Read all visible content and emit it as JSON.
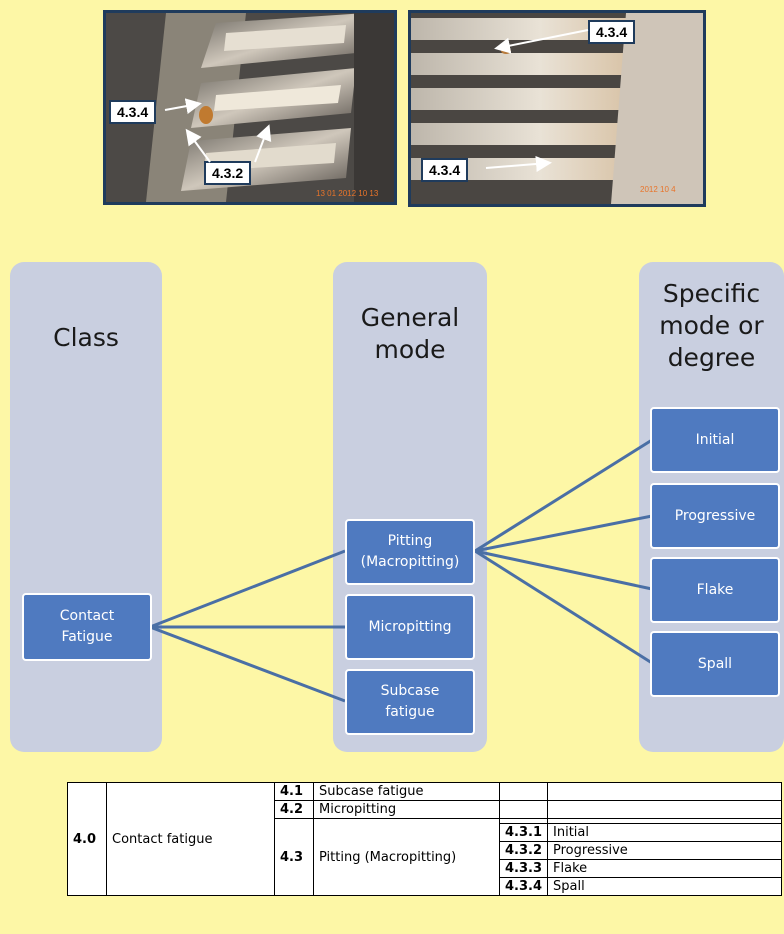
{
  "photos": [
    {
      "callouts": [
        {
          "id": "left-434",
          "label": "4.3.4"
        },
        {
          "id": "left-432",
          "label": "4.3.2"
        }
      ],
      "date_stamp": "13 01 2012 10 13"
    },
    {
      "callouts": [
        {
          "id": "right-434-top",
          "label": "4.3.4"
        },
        {
          "id": "right-434-bottom",
          "label": "4.3.4"
        }
      ],
      "date_stamp": "2012 10 4"
    }
  ],
  "diagram": {
    "columns": {
      "class": "Class",
      "general": "General\nmode",
      "specific": "Specific\nmode or\ndegree"
    },
    "class_box": "Contact\nFatigue",
    "general_boxes": [
      "Pitting\n(Macropitting)",
      "Micropitting",
      "Subcase\nfatigue"
    ],
    "specific_boxes": [
      "Initial",
      "Progressive",
      "Flake",
      "Spall"
    ],
    "colors": {
      "box": "#4f7ac0",
      "column": "#c9cfe0",
      "line": "#4a6fa5",
      "background": "#fdf7a6"
    }
  },
  "table": {
    "class_code": "4.0",
    "class_name": "Contact fatigue",
    "modes": [
      {
        "code": "4.1",
        "name": "Subcase fatigue"
      },
      {
        "code": "4.2",
        "name": "Micropitting"
      },
      {
        "code": "4.3",
        "name": "Pitting (Macropitting)"
      }
    ],
    "degrees": [
      {
        "code": "4.3.1",
        "name": "Initial"
      },
      {
        "code": "4.3.2",
        "name": "Progressive"
      },
      {
        "code": "4.3.3",
        "name": "Flake"
      },
      {
        "code": "4.3.4",
        "name": "Spall"
      }
    ]
  }
}
